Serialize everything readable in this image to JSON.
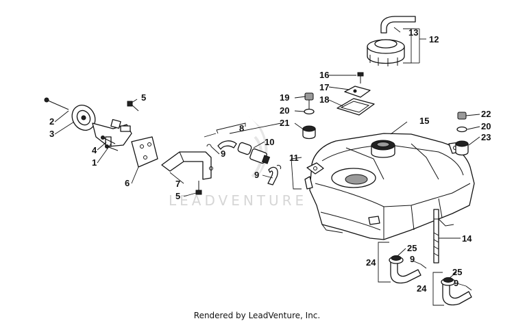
{
  "callouts": {
    "n1": "1",
    "n2": "2",
    "n3": "3",
    "n4": "4",
    "n5a": "5",
    "n5b": "5",
    "n6": "6",
    "n7": "7",
    "n8": "8",
    "n9a": "9",
    "n9b": "9",
    "n9c": "9",
    "n9d": "9",
    "n10": "10",
    "n11": "11",
    "n12": "12",
    "n13": "13",
    "n14": "14",
    "n15": "15",
    "n16": "16",
    "n17": "17",
    "n18": "18",
    "n19": "19",
    "n20a": "20",
    "n20b": "20",
    "n21": "21",
    "n22": "22",
    "n23": "23",
    "n24a": "24",
    "n24b": "24",
    "n25a": "25",
    "n25b": "25"
  },
  "watermark": "LEADVENTURE",
  "footer": "Rendered by LeadVenture, Inc."
}
